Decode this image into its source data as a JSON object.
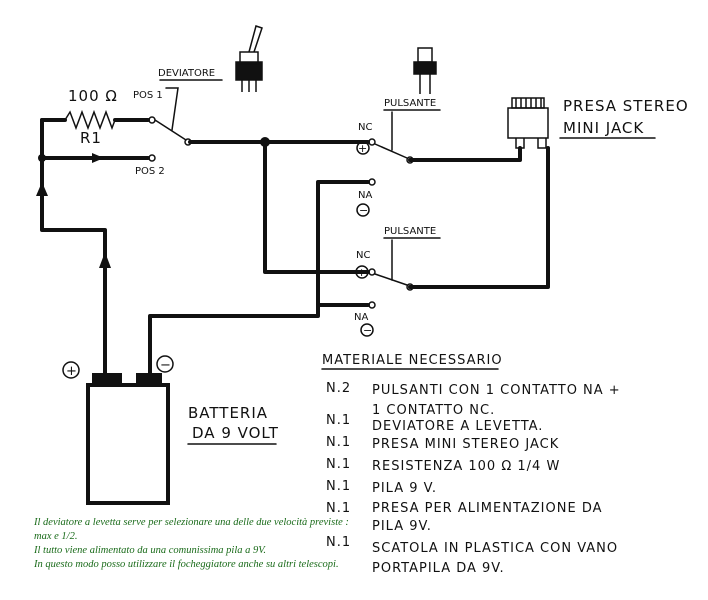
{
  "labels": {
    "resistor_value": "100 Ω",
    "resistor_name": "R1",
    "pos1": "POS 1",
    "pos2": "POS 2",
    "switch": "DEVIATORE",
    "button1": "PULSANTE",
    "button2": "PULSANTE",
    "jack_line1": "PRESA STEREO",
    "jack_line2": "MINI JACK",
    "nc1": "NC",
    "na1": "NA",
    "nc2": "NC",
    "na2": "NA",
    "plus": "+",
    "minus": "−",
    "battery_line1": "BATTERIA",
    "battery_line2": "DA 9 VOLT"
  },
  "materials": {
    "title": "MATERIALE NECESSARIO",
    "items": [
      {
        "qty": "N.2",
        "lines": [
          "PULSANTI CON 1 CONTATTO NA +",
          "1 CONTATTO NC."
        ]
      },
      {
        "qty": "N.1",
        "lines": [
          "DEVIATORE A LEVETTA."
        ]
      },
      {
        "qty": "N.1",
        "lines": [
          "PRESA MINI STEREO JACK"
        ]
      },
      {
        "qty": "N.1",
        "lines": [
          "RESISTENZA 100 Ω 1/4 W"
        ]
      },
      {
        "qty": "N.1",
        "lines": [
          "PILA 9 V."
        ]
      },
      {
        "qty": "N.1",
        "lines": [
          "PRESA PER ALIMENTAZIONE DA",
          "PILA 9V."
        ]
      },
      {
        "qty": "N.1",
        "lines": [
          "SCATOLA IN PLASTICA CON VANO",
          "PORTAPILA DA 9V."
        ]
      }
    ]
  },
  "caption": [
    "Il deviatore a levetta serve per selezionare una delle due velocità previste :",
    "max e 1/2.",
    "Il tutto viene alimentato da una comunissima pila a 9V.",
    "In questo modo posso utilizzare il focheggiatore anche su altri telescopi."
  ],
  "colors": {
    "ink": "#111111",
    "caption": "#1a6b1a"
  }
}
